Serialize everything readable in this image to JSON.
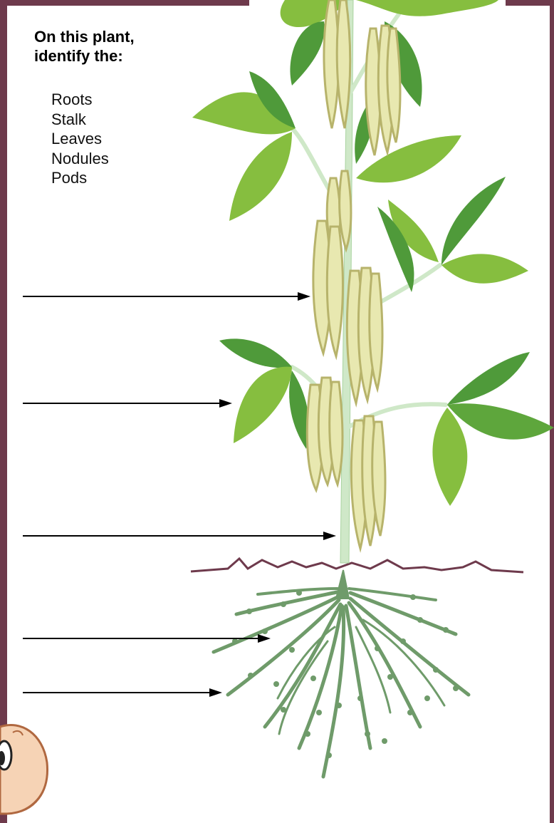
{
  "worksheet": {
    "title_lines": [
      "On this plant,",
      "identify the:"
    ],
    "parts": [
      "Roots",
      "Stalk",
      "Leaves",
      "Nodules",
      "Pods"
    ]
  },
  "colors": {
    "frame": "#6e3a4c",
    "leaf_light": "#86be3f",
    "leaf_dark": "#4f9a3a",
    "pod_fill": "#e8e8b0",
    "pod_stroke": "#b7b36b",
    "stem": "#cfe8c8",
    "roots": "#6f9b6a",
    "ground_line": "#6e3a4c",
    "arrow": "#000000"
  },
  "icons": [
    "arrow-icon",
    "mascot-icon"
  ]
}
